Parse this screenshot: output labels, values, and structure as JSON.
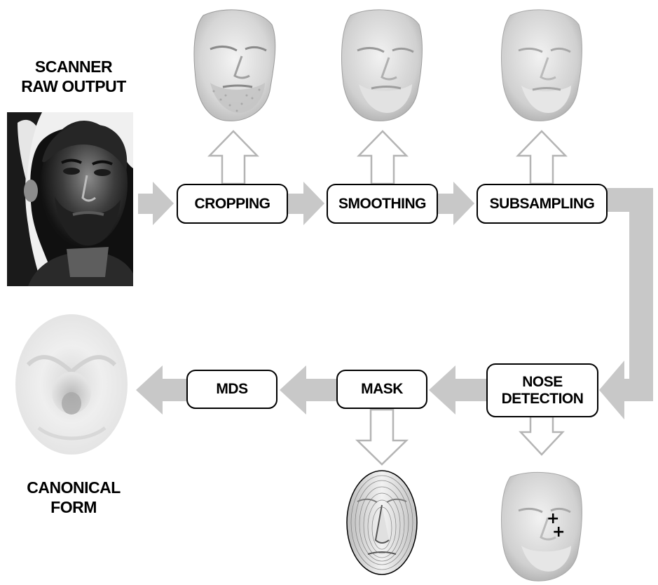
{
  "captions": {
    "scanner_line1": "SCANNER",
    "scanner_line2": "RAW OUTPUT",
    "canonical_line1": "CANONICAL",
    "canonical_line2": "FORM"
  },
  "steps": {
    "cropping": "CROPPING",
    "smoothing": "SMOOTHING",
    "subsampling": "SUBSAMPLING",
    "nose_line1": "NOSE",
    "nose_line2": "DETECTION",
    "mask": "MASK",
    "mds": "MDS"
  },
  "nose_markers": [
    "+",
    "+"
  ],
  "colors": {
    "arrow_fill": "#c8c8c8",
    "hollow_arrow_stroke": "#b4b4b4",
    "box_border": "#000000",
    "photo_dark": "#222222",
    "face_gray": "#d8d8d8"
  }
}
